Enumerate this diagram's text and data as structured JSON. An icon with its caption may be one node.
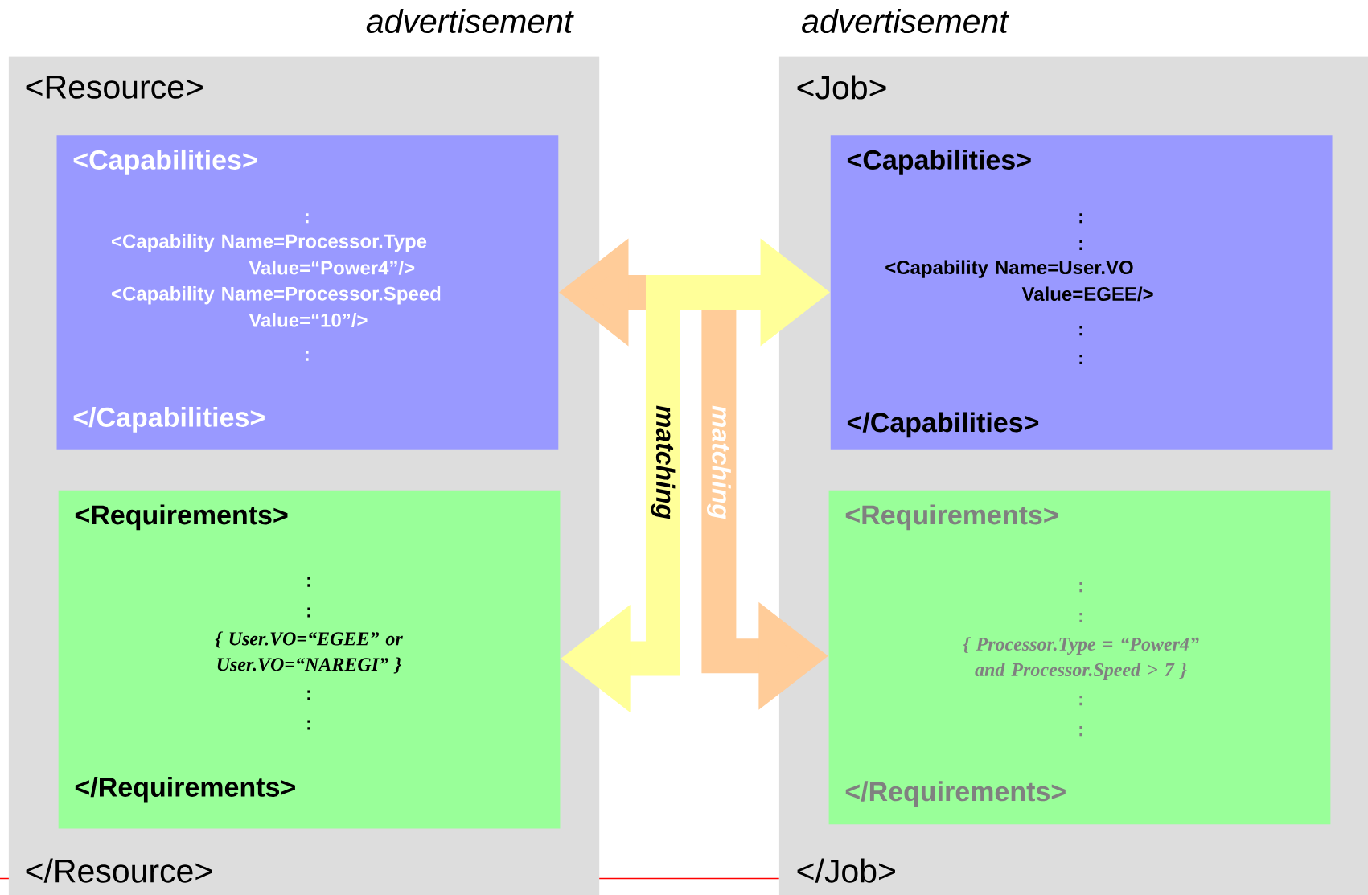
{
  "diagram": {
    "nodes": [
      {
        "text": [
          "advertisement",
          "<Resource>",
          "</Resource>"
        ]
      },
      {
        "text": [
          "<Capabilities>",
          ":",
          "<Capability Name=Processor.Type Value=“Power4”/>",
          "<Capability Name=Processor.Speed Value=“10”/>",
          ":",
          "</Capabilities>"
        ],
        "in": 0
      },
      {
        "text": [
          "<Requirements>",
          ":",
          ":",
          "{ User.VO=“EGEE” or User.VO=“NAREGI” }",
          ":",
          ":",
          "</Requirements>"
        ],
        "in": 0
      },
      {
        "text": [
          "advertisement",
          "<Job>",
          "</Job>"
        ]
      },
      {
        "text": [
          "<Capabilities>",
          ":",
          ":",
          "<Capability Name=User.VO Value=EGEE/>",
          ":",
          ":",
          "</Capabilities>"
        ],
        "in": 3
      },
      {
        "text": [
          "<Requirements>",
          ":",
          ":",
          "{ Processor.Type = “Power4” and Processor.Speed > 7 }",
          ":",
          ":",
          "</Requirements>"
        ],
        "in": 3
      }
    ],
    "edges": [
      {
        "from": 2,
        "to": 4,
        "arrow": "both",
        "label": "matching",
        "color": "#ffff99"
      },
      {
        "from": 1,
        "to": 5,
        "arrow": "both",
        "label": "matching",
        "color": "#ffcc99"
      }
    ]
  }
}
